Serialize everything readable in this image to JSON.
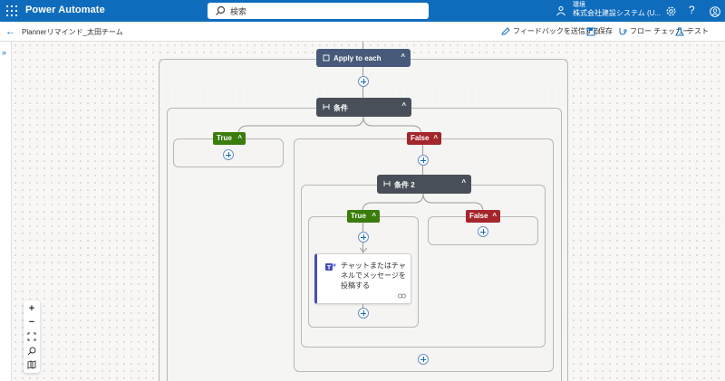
{
  "app": {
    "title": "Power Automate"
  },
  "search": {
    "placeholder": "検索"
  },
  "environment": {
    "label": "環境",
    "name": "株式会社建設システム (U..."
  },
  "header": {
    "help": "?"
  },
  "command_bar": {
    "back": "←",
    "flow_name": "Plannerリマインド_太田チーム",
    "feedback": "フィードバックを送信する",
    "save": "保存",
    "flow_checker": "フロー チェッカー",
    "test": "テスト"
  },
  "rail": {
    "expand": "»"
  },
  "flow": {
    "apply_to_each": "Apply to each",
    "condition1": "条件",
    "condition2": "条件 2",
    "true_label": "True",
    "false_label": "False",
    "chevron": "^",
    "teams_action": "チャットまたはチャネルでメッセージを投稿する"
  },
  "zoom": {
    "in": "+",
    "out": "−"
  },
  "colors": {
    "brand": "#0f6cbd",
    "scope_card": "#475a7a",
    "condition_card": "#484f58",
    "true": "#3a7d0c",
    "false": "#a4262c",
    "teams": "#464eb8"
  }
}
